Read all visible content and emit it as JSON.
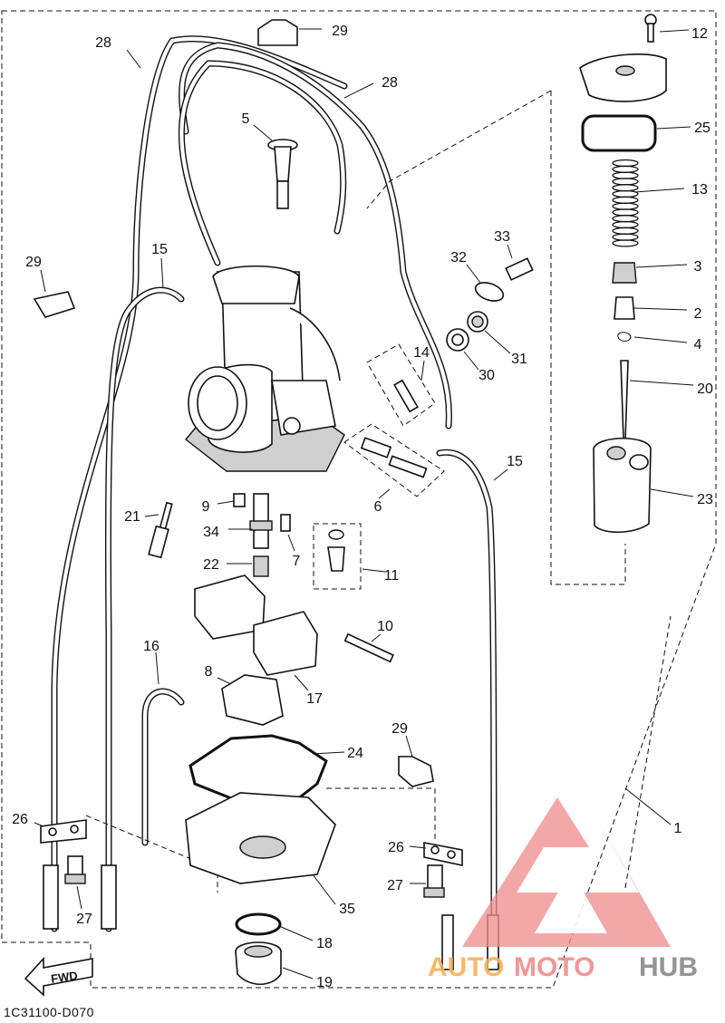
{
  "diagram": {
    "reference_code": "1C31100-D070",
    "direction_label": "FWD",
    "watermark": {
      "part1": "AUTO",
      "part2": "MOTO",
      "part3": "HUB",
      "color_red": "#f08c8c",
      "color_orange": "#f5b25a",
      "color_gray": "#8a8a8a"
    },
    "callouts": [
      {
        "id": "c28a",
        "label": "28"
      },
      {
        "id": "c29a",
        "label": "29"
      },
      {
        "id": "c12",
        "label": "12"
      },
      {
        "id": "c28b",
        "label": "28"
      },
      {
        "id": "c25",
        "label": "25"
      },
      {
        "id": "c5",
        "label": "5"
      },
      {
        "id": "c13",
        "label": "13"
      },
      {
        "id": "c15a",
        "label": "15"
      },
      {
        "id": "c29b",
        "label": "29"
      },
      {
        "id": "c33",
        "label": "33"
      },
      {
        "id": "c32",
        "label": "32"
      },
      {
        "id": "c3",
        "label": "3"
      },
      {
        "id": "c2",
        "label": "2"
      },
      {
        "id": "c4",
        "label": "4"
      },
      {
        "id": "c14",
        "label": "14"
      },
      {
        "id": "c31",
        "label": "31"
      },
      {
        "id": "c30",
        "label": "30"
      },
      {
        "id": "c20",
        "label": "20"
      },
      {
        "id": "c15b",
        "label": "15"
      },
      {
        "id": "c23",
        "label": "23"
      },
      {
        "id": "c6",
        "label": "6"
      },
      {
        "id": "c9",
        "label": "9"
      },
      {
        "id": "c21",
        "label": "21"
      },
      {
        "id": "c34",
        "label": "34"
      },
      {
        "id": "c7",
        "label": "7"
      },
      {
        "id": "c22",
        "label": "22"
      },
      {
        "id": "c11",
        "label": "11"
      },
      {
        "id": "c10",
        "label": "10"
      },
      {
        "id": "c16",
        "label": "16"
      },
      {
        "id": "c8",
        "label": "8"
      },
      {
        "id": "c17",
        "label": "17"
      },
      {
        "id": "c24",
        "label": "24"
      },
      {
        "id": "c29c",
        "label": "29"
      },
      {
        "id": "c1",
        "label": "1"
      },
      {
        "id": "c26a",
        "label": "26"
      },
      {
        "id": "c26b",
        "label": "26"
      },
      {
        "id": "c27a",
        "label": "27"
      },
      {
        "id": "c27b",
        "label": "27"
      },
      {
        "id": "c35",
        "label": "35"
      },
      {
        "id": "c18",
        "label": "18"
      },
      {
        "id": "c19",
        "label": "19"
      }
    ]
  }
}
